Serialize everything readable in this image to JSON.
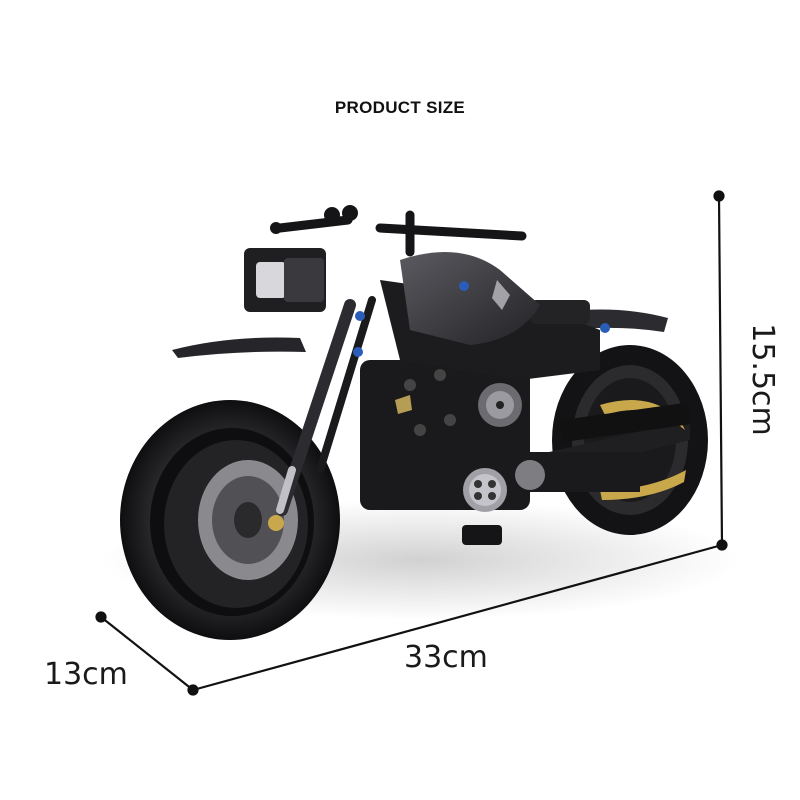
{
  "title": "PRODUCT SIZE",
  "product": {
    "description": "Black building-block motorcycle model",
    "brand_mark_on_tank": "illegible logo"
  },
  "dimensions": {
    "length": "33cm",
    "width": "13cm",
    "height": "15.5cm"
  },
  "colors": {
    "background": "#ffffff",
    "line": "#111111",
    "body": "#1c1c1e",
    "body_highlight": "#4a4a4f",
    "chain_gold": "#c9a84c",
    "bolt_blue": "#2a5db8",
    "disc_gray": "#8a8a8e"
  }
}
